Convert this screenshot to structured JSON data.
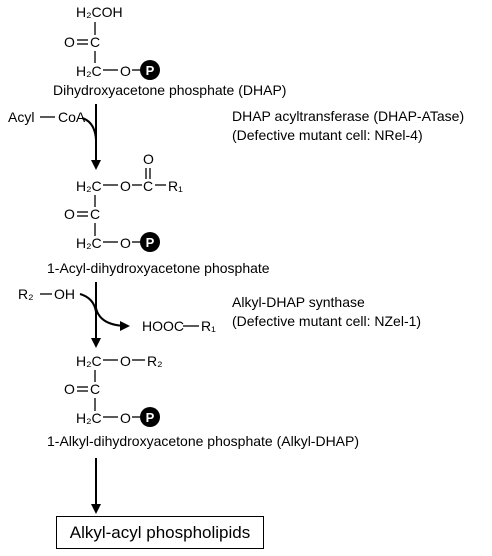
{
  "dhap": {
    "c1": "H₂COH",
    "c2_o": "O",
    "c2_c": "C",
    "c3": "H₂C",
    "c3_o": "O",
    "phosphate": "P",
    "name": "Dihydroxyacetone phosphate (DHAP)"
  },
  "step1": {
    "reagent": "Acyl",
    "reagent2": "CoA",
    "enzyme": "DHAP acyltransferase (DHAP-ATase)",
    "mutant": "(Defective mutant cell: NRel-4)"
  },
  "acyl_dhap": {
    "c1": "H₂C",
    "c1_o": "O",
    "acyl_c": "C",
    "acyl_o": "O",
    "r": "R₁",
    "c2_o": "O",
    "c2_c": "C",
    "c3": "H₂C",
    "c3_o": "O",
    "phosphate": "P",
    "name": "1-Acyl-dihydroxyacetone phosphate"
  },
  "step2": {
    "reagent_r": "R₂",
    "reagent_oh": "OH",
    "enzyme": "Alkyl-DHAP synthase",
    "mutant": "(Defective mutant cell: NZel-1)",
    "byproduct": "HOOC",
    "byproduct_r": "R₁"
  },
  "alkyl_dhap": {
    "c1": "H₂C",
    "c1_o": "O",
    "r": "R₂",
    "c2_o": "O",
    "c2_c": "C",
    "c3": "H₂C",
    "c3_o": "O",
    "phosphate": "P",
    "name": "1-Alkyl-dihydroxyacetone phosphate (Alkyl-DHAP)"
  },
  "final_product": "Alkyl-acyl phospholipids"
}
